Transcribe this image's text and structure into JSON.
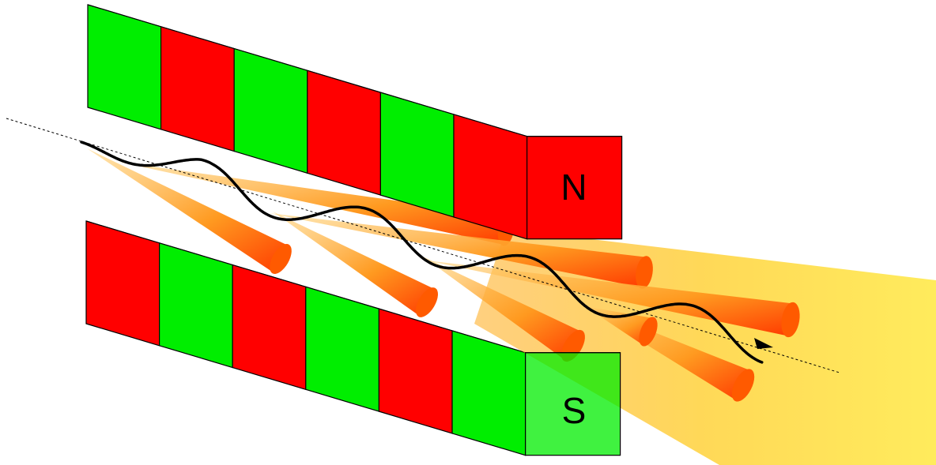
{
  "labels": {
    "north": "N",
    "south": "S"
  },
  "colors": {
    "magnet_green": "#00ee00",
    "magnet_red": "#ff0000",
    "outline": "#000000",
    "radiation_cone": "#ff8c1a",
    "output_beam": "#ffe23a",
    "electron_path": "#000000",
    "axis": "#000000"
  },
  "upper_array": {
    "blocks": [
      "green",
      "red",
      "green",
      "red",
      "green",
      "red"
    ]
  },
  "lower_array": {
    "blocks": [
      "red",
      "green",
      "red",
      "green",
      "red",
      "green"
    ]
  },
  "radiation_cones": {
    "count": 8
  }
}
